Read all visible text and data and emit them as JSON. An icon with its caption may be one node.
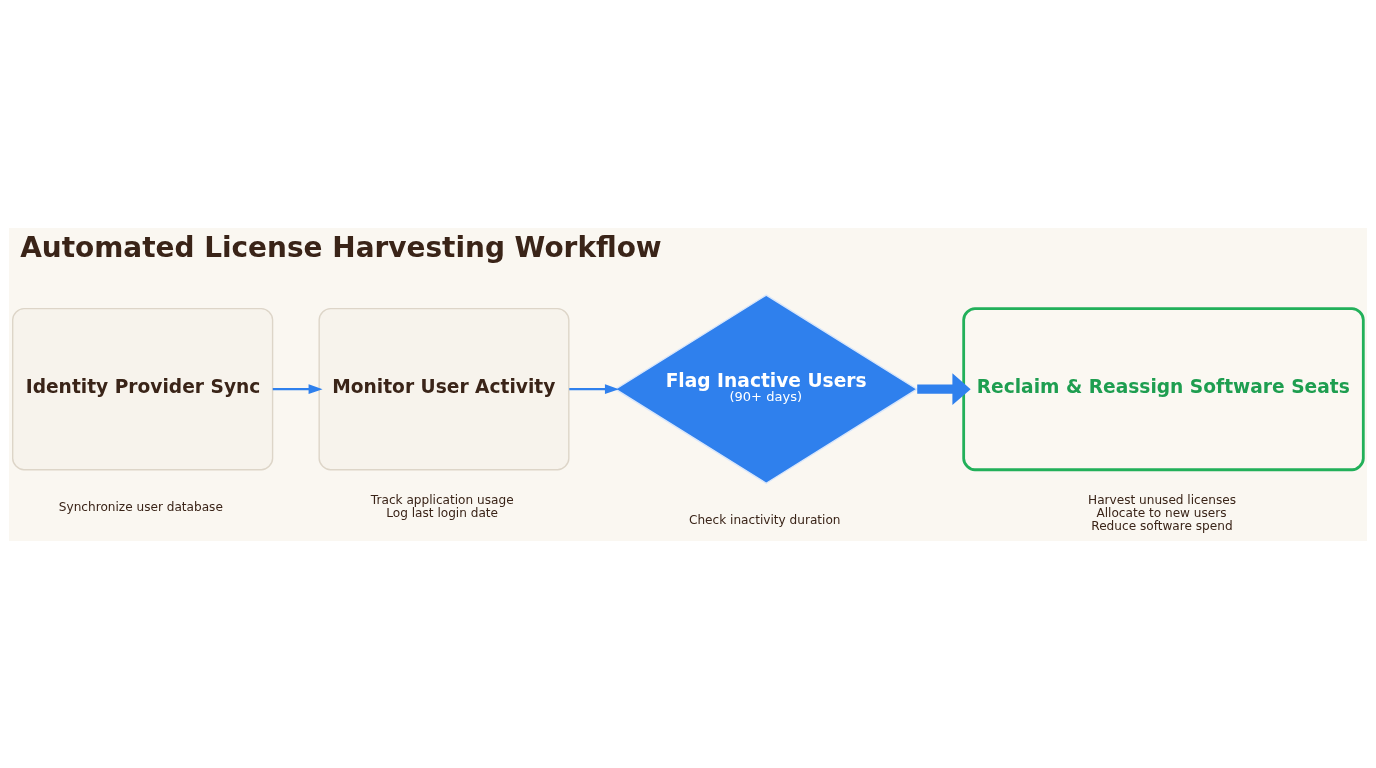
{
  "diagram": {
    "title": "Automated License Harvesting Workflow",
    "nodes": [
      {
        "text": [
          "Identity Provider Sync"
        ],
        "beside": [
          "Synchronize user database"
        ]
      },
      {
        "text": [
          "Monitor User Activity"
        ],
        "beside": [
          "Track application usage",
          "Log last login date"
        ]
      },
      {
        "text": [
          "Flag Inactive Users",
          "(90+ days)"
        ],
        "beside": [
          "Check inactivity duration"
        ]
      },
      {
        "text": [
          "Reclaim & Reassign Software Seats"
        ],
        "beside": [
          "Harvest unused licenses",
          "Allocate to new users",
          "Reduce software spend"
        ]
      }
    ],
    "edges": [
      {
        "from": 0,
        "to": 1,
        "arrow": "to"
      },
      {
        "from": 1,
        "to": 2,
        "arrow": "to"
      },
      {
        "from": 2,
        "to": 3,
        "arrow": "to",
        "style": "thick"
      }
    ]
  }
}
